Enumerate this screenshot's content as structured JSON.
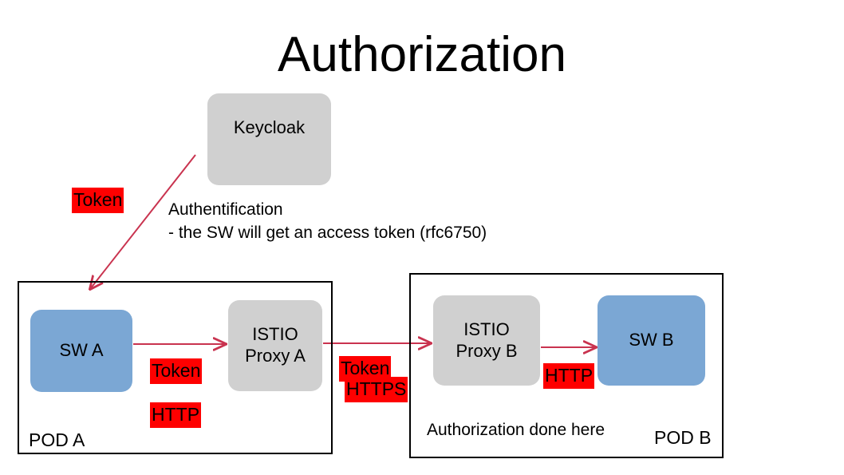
{
  "page": {
    "title": "Authorization",
    "background_color": "#ffffff"
  },
  "colors": {
    "highlight_red": "#fe0000",
    "arrow_red": "#c9334f",
    "node_gray": "#d0d0d0",
    "node_blue": "#7ba7d4",
    "border_black": "#000000",
    "text_black": "#000000"
  },
  "nodes": {
    "keycloak": {
      "label": "Keycloak",
      "fill": "gray"
    },
    "istio_proxy_a": {
      "label": "ISTIO\nProxy A",
      "fill": "gray"
    },
    "sw_a": {
      "label": "SW A",
      "fill": "blue"
    },
    "istio_proxy_b": {
      "label": "ISTIO\nProxy B",
      "fill": "gray"
    },
    "sw_b": {
      "label": "SW B",
      "fill": "blue"
    }
  },
  "pods": {
    "pod_a": {
      "label": "POD A"
    },
    "pod_b": {
      "label": "POD B"
    }
  },
  "notes": {
    "authentification": "Authentification\n- the SW will get an access token (rfc6750)",
    "authorization_done_here": "Authorization done here"
  },
  "highlights": {
    "token_keycloak": "Token",
    "token_pod_a": "Token",
    "http_pod_a": "HTTP",
    "token_between_pods": "Token",
    "https_between_pods": "HTTPS",
    "http_pod_b": "HTTP"
  },
  "arrows": [
    {
      "name": "keycloak-to-pod-a",
      "from": "Keycloak",
      "to": "POD A",
      "style": "diagonal"
    },
    {
      "name": "sw-a-to-istio-proxy-a",
      "from": "SW A",
      "to": "ISTIO Proxy A",
      "style": "horizontal"
    },
    {
      "name": "istio-proxy-a-to-istio-proxy-b",
      "from": "ISTIO Proxy A",
      "to": "ISTIO Proxy B",
      "style": "horizontal"
    },
    {
      "name": "istio-proxy-b-to-sw-b",
      "from": "ISTIO Proxy B",
      "to": "SW B",
      "style": "horizontal"
    }
  ]
}
